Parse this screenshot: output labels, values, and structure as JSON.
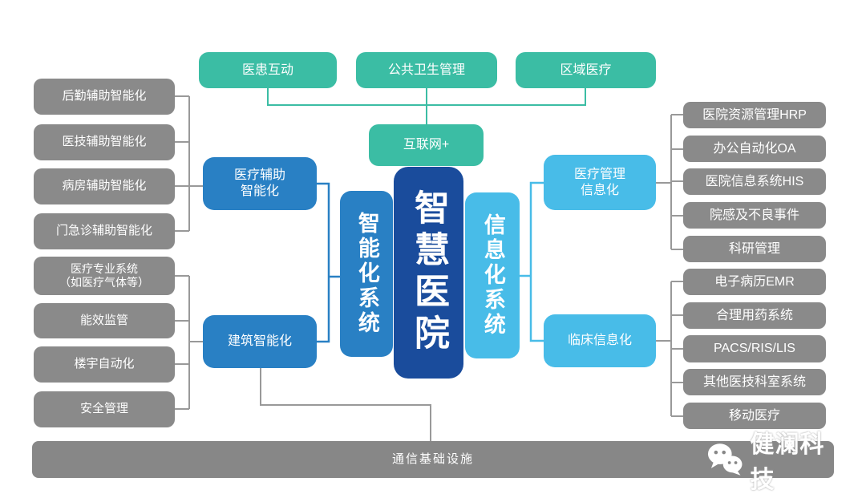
{
  "top_row": {
    "items": [
      {
        "label": "医患互动"
      },
      {
        "label": "公共卫生管理"
      },
      {
        "label": "区域医疗"
      }
    ]
  },
  "internet": {
    "label": "互联网+"
  },
  "center": {
    "smart_hospital": "智慧医院",
    "intelligent_system": "智能化系统",
    "information_system": "信息化系统"
  },
  "left_top": {
    "hub": "医疗辅助\n智能化",
    "items": [
      "后勤辅助智能化",
      "医技辅助智能化",
      "病房辅助智能化",
      "门急诊辅助智能化"
    ]
  },
  "left_bottom": {
    "hub": "建筑智能化",
    "items": [
      "医疗专业系统\n（如医疗气体等）",
      "能效监管",
      "楼宇自动化",
      "安全管理"
    ]
  },
  "right_top": {
    "hub": "医疗管理\n信息化",
    "items": [
      "医院资源管理HRP",
      "办公自动化OA",
      "医院信息系统HIS",
      "院感及不良事件",
      "科研管理"
    ]
  },
  "right_bottom": {
    "hub": "临床信息化",
    "items": [
      "电子病历EMR",
      "合理用药系统",
      "PACS/RIS/LIS",
      "其他医技科室系统",
      "移动医疗"
    ]
  },
  "bottom_bar": {
    "label": "通信基础设施"
  },
  "watermark": {
    "brand": "健澜科技",
    "icon": "wechat-icon"
  },
  "colors": {
    "teal": "#3BBDA4",
    "blue": "#2980C4",
    "dark_blue": "#1A4C9C",
    "light_blue": "#48BCE8",
    "box_gray": "#8A8A8A",
    "line_gray": "#999999",
    "bar_gray": "#878787"
  }
}
